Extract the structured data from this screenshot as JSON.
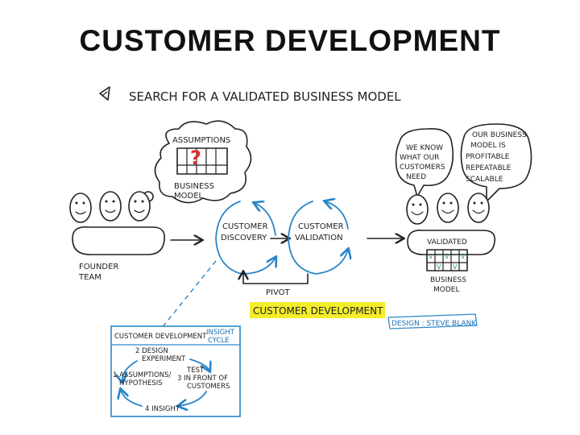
{
  "title": "CUSTOMER DEVELOPMENT",
  "header": {
    "text": "SEARCH FOR A VALIDATED BUSINESS MODEL"
  },
  "thought_bubble": {
    "top_label": "ASSUMPTIONS",
    "question_mark": "?",
    "bottom_label_1": "BUSINESS",
    "bottom_label_2": "MODEL"
  },
  "founder_team": {
    "line1": "FOUNDER",
    "line2": "TEAM"
  },
  "loops": {
    "discovery_1": "CUSTOMER",
    "discovery_2": "DISCOVERY",
    "validation_1": "CUSTOMER",
    "validation_2": "VALIDATION",
    "pivot": "PIVOT"
  },
  "speech_left": [
    "WE KNOW",
    "WHAT OUR",
    "CUSTOMERS",
    "NEED"
  ],
  "speech_right": [
    "OUR BUSINESS",
    "MODEL IS",
    "PROFITABLE",
    "REPEATABLE",
    "SCALABLE"
  ],
  "validated": {
    "label": "VALIDATED",
    "bottom_1": "BUSINESS",
    "bottom_2": "MODEL",
    "check": "V"
  },
  "banner": "CUSTOMER DEVELOPMENT",
  "credit": "DESIGN : STEVE BLANK",
  "insight_card": {
    "header_left": "CUSTOMER DEVELOPMENT",
    "header_right_1": "INSIGHT",
    "header_right_2": "CYCLE",
    "step2_1": "2 DESIGN",
    "step2_2": "EXPERIMENT",
    "step1_1": "1 ASSUMPTIONS/",
    "step1_2": "HYPOTHESIS",
    "step3_1": "TEST",
    "step3_2": "3 IN FRONT OF",
    "step3_3": "CUSTOMERS",
    "step4": "4 INSIGHT"
  },
  "colors": {
    "ink": "#222222",
    "loop_blue": "#2a86c8",
    "banner_highlight": "#f4ee2a",
    "grid_green": "#2e9e57"
  }
}
